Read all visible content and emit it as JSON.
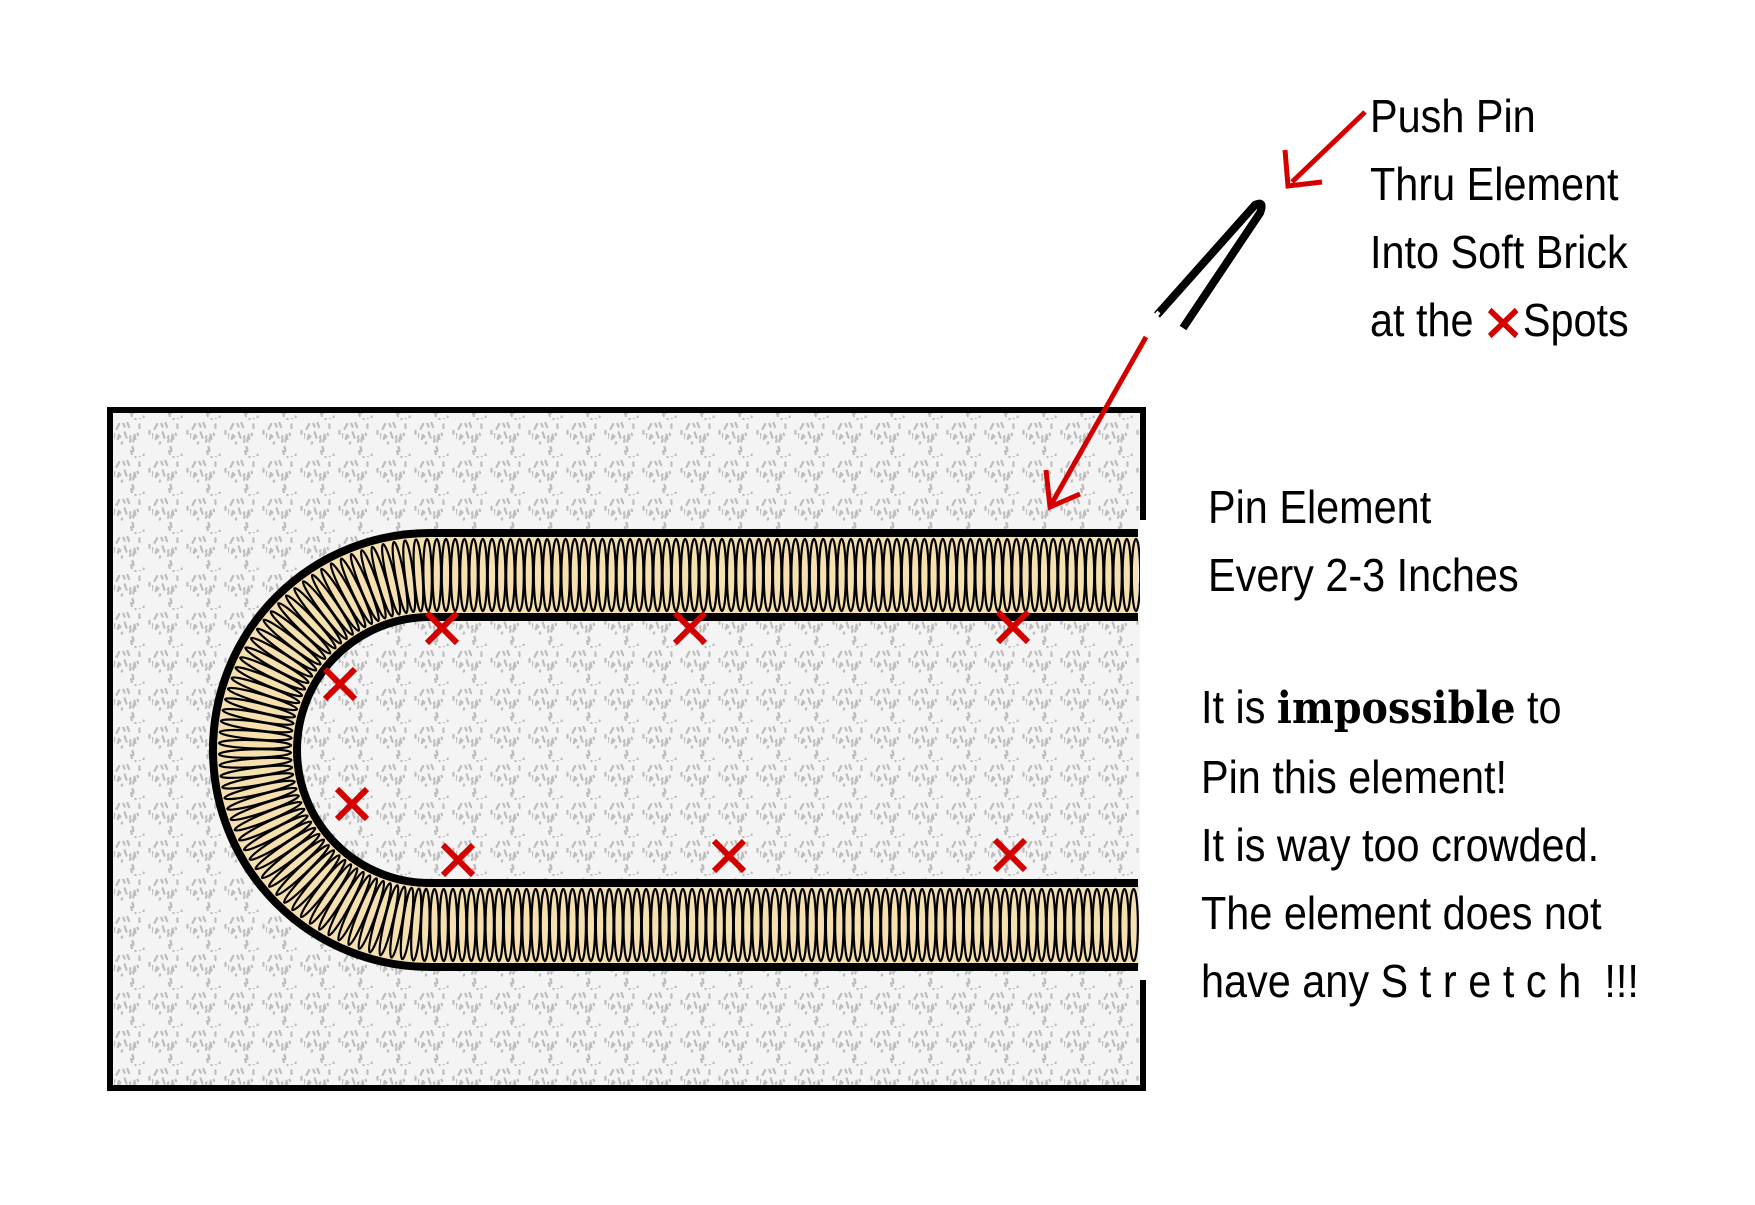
{
  "colors": {
    "pin_mark": "#d40000",
    "arrow": "#d40000",
    "coil_fill": "#f6e0b0",
    "coil_line": "#000000",
    "brick_speckle": "#bdbdbd",
    "brick_background": "#f4f4f4",
    "frame": "#000000"
  },
  "icons": {
    "pin_mark": "red-x-icon",
    "push_pin": "pin-icon",
    "pointer": "arrow-icon"
  },
  "callout_push": {
    "line1": "Push Pin",
    "line2": "Thru Element",
    "line3": "Into Soft Brick",
    "line4_prefix": "at the ",
    "line4_suffix": "Spots"
  },
  "callout_spacing": {
    "line1": "Pin Element",
    "line2": "Every 2-3 Inches"
  },
  "warning": {
    "line1_prefix": "It is ",
    "line1_bold": "impossible",
    "line1_suffix": " to",
    "line2": "Pin this element!",
    "line3": "It is way too crowded.",
    "line4": "The element does not",
    "line5_prefix": "have any ",
    "line5_stretch": "Stretch",
    "line5_suffix": " !!!"
  }
}
